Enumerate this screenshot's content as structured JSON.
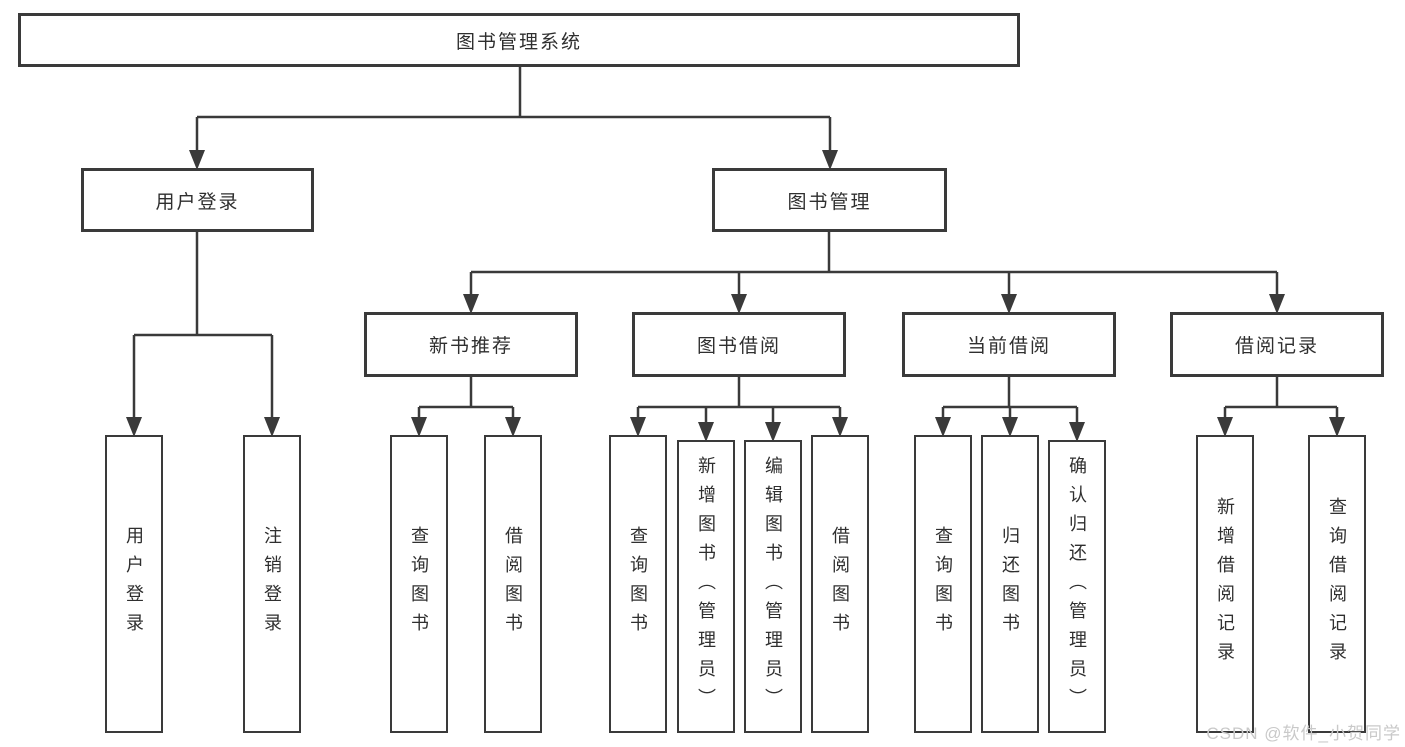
{
  "diagram": {
    "root": {
      "label": "图书管理系统"
    },
    "branches": [
      {
        "label": "用户登录",
        "children": [
          {
            "label": "用户登录"
          },
          {
            "label": "注销登录"
          }
        ]
      },
      {
        "label": "图书管理",
        "children": [
          {
            "label": "新书推荐",
            "children": [
              {
                "label": "查询图书"
              },
              {
                "label": "借阅图书"
              }
            ]
          },
          {
            "label": "图书借阅",
            "children": [
              {
                "label": "查询图书"
              },
              {
                "label": "新增图书（管理员）"
              },
              {
                "label": "编辑图书（管理员）"
              },
              {
                "label": "借阅图书"
              }
            ]
          },
          {
            "label": "当前借阅",
            "children": [
              {
                "label": "查询图书"
              },
              {
                "label": "归还图书"
              },
              {
                "label": "确认归还（管理员）"
              }
            ]
          },
          {
            "label": "借阅记录",
            "children": [
              {
                "label": "新增借阅记录"
              },
              {
                "label": "查询借阅记录"
              }
            ]
          }
        ]
      }
    ]
  },
  "watermark": {
    "text": "CSDN @软件_小贺同学"
  },
  "colors": {
    "line": "#3a3a3a",
    "text": "#2f2f2f",
    "background": "#ffffff",
    "watermark": "#c9c9c9"
  }
}
